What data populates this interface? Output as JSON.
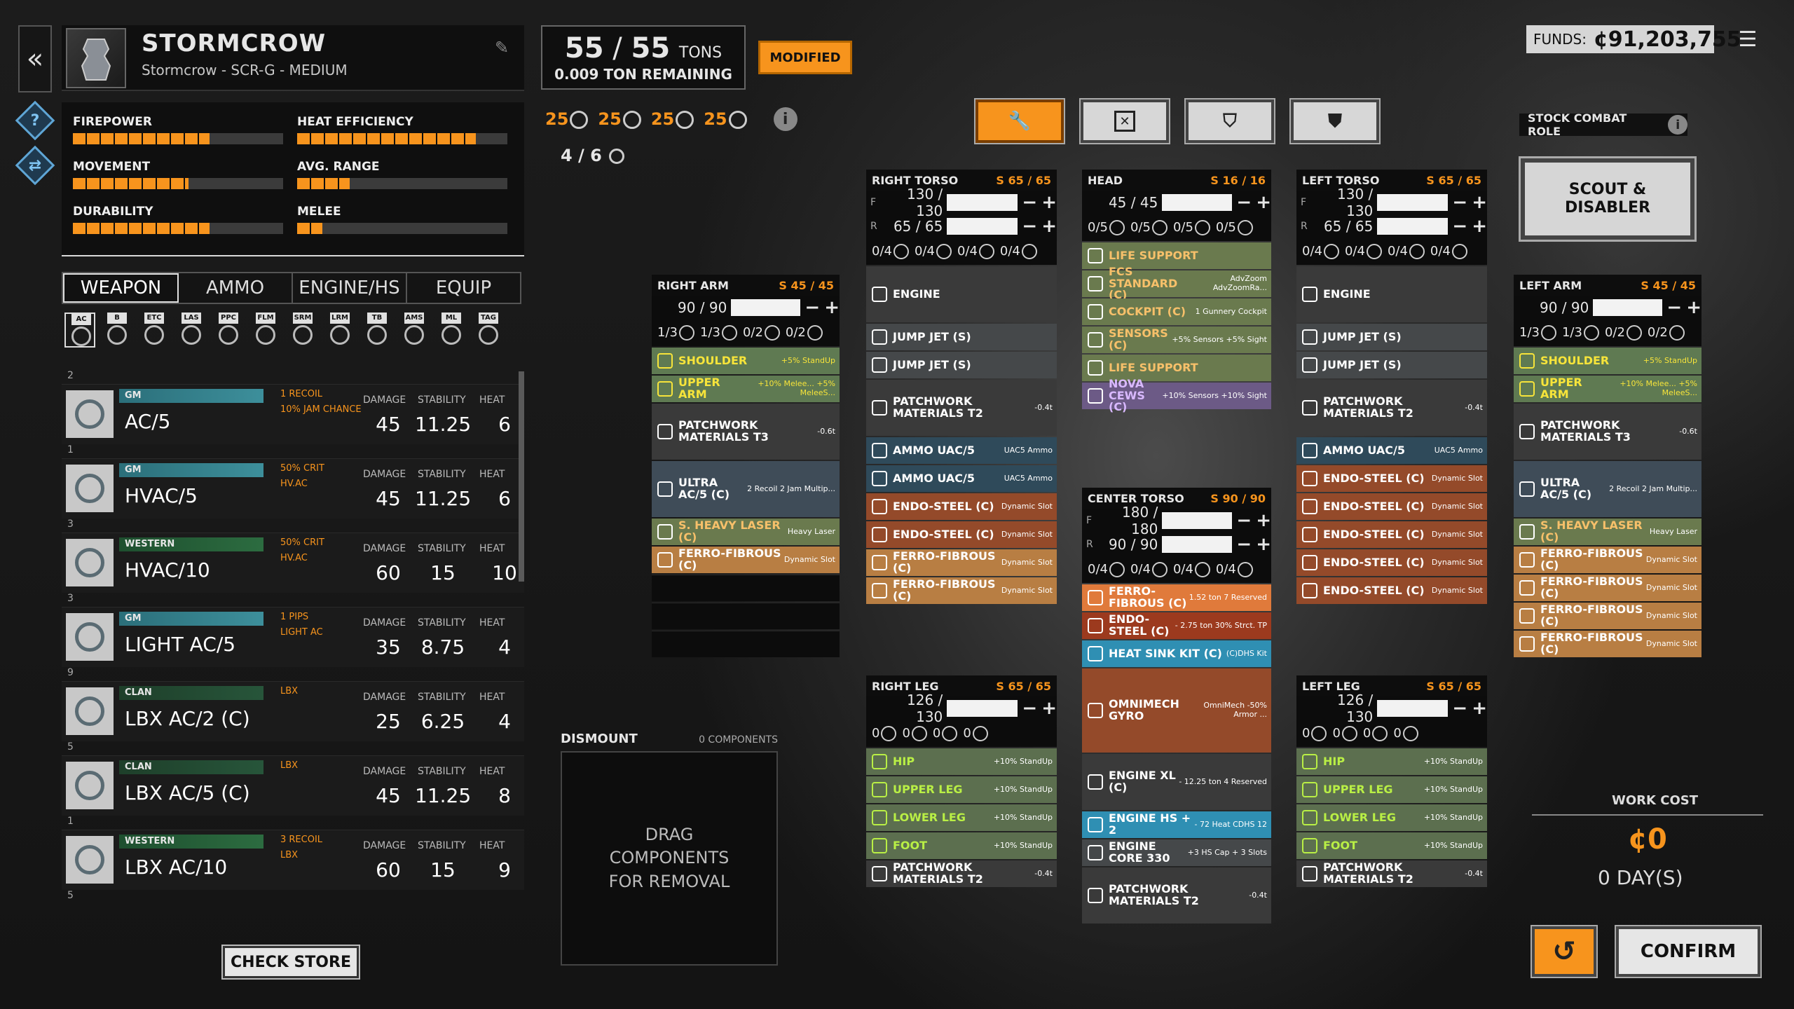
{
  "header": {
    "mech_name": "STORMCROW",
    "mech_subtitle": "Stormcrow - SCR-G - MEDIUM",
    "back_glyph": "«",
    "edit_glyph": "✎"
  },
  "stats": [
    {
      "label": "FIREPOWER",
      "level": 0.65
    },
    {
      "label": "HEAT EFFICIENCY",
      "level": 0.85
    },
    {
      "label": "MOVEMENT",
      "level": 0.55
    },
    {
      "label": "AVG. RANGE",
      "level": 0.25
    },
    {
      "label": "DURABILITY",
      "level": 0.65
    },
    {
      "label": "MELEE",
      "level": 0.12
    }
  ],
  "tabs": [
    "WEAPON",
    "AMMO",
    "ENGINE/HS",
    "EQUIP"
  ],
  "filters": [
    "AC",
    "B",
    "ETC",
    "LAS",
    "PPC",
    "FLM",
    "SRM",
    "LRM",
    "TB",
    "AMS",
    "ML",
    "TAG"
  ],
  "weapon_headers": {
    "damage": "DAMAGE",
    "stability": "STABILITY",
    "heat": "HEAT"
  },
  "weapons": [
    {
      "count": "2",
      "mfr": "GM",
      "mfr_class": "gm",
      "name": "AC/5",
      "note1": "1 RECOIL",
      "note2": "10% JAM CHANCE",
      "damage": "45",
      "stability": "11.25",
      "heat": "6"
    },
    {
      "count": "1",
      "mfr": "GM",
      "mfr_class": "gm",
      "name": "HVAC/5",
      "note1": "50% CRIT",
      "note2": "HV.AC",
      "damage": "45",
      "stability": "11.25",
      "heat": "6"
    },
    {
      "count": "3",
      "mfr": "WESTERN",
      "mfr_class": "western",
      "name": "HVAC/10",
      "note1": "50% CRIT",
      "note2": "HV.AC",
      "damage": "60",
      "stability": "15",
      "heat": "10"
    },
    {
      "count": "3",
      "mfr": "GM",
      "mfr_class": "gm",
      "name": "LIGHT AC/5",
      "note1": "1 PIPS",
      "note2": "LIGHT AC",
      "damage": "35",
      "stability": "8.75",
      "heat": "4"
    },
    {
      "count": "9",
      "mfr": "CLAN",
      "mfr_class": "clan",
      "name": "LBX AC/2 (C)",
      "note1": "LBX",
      "note2": "",
      "damage": "25",
      "stability": "6.25",
      "heat": "4"
    },
    {
      "count": "5",
      "mfr": "CLAN",
      "mfr_class": "clan",
      "name": "LBX AC/5 (C)",
      "note1": "LBX",
      "note2": "",
      "damage": "45",
      "stability": "11.25",
      "heat": "8"
    },
    {
      "count": "1",
      "mfr": "WESTERN",
      "mfr_class": "western",
      "name": "LBX AC/10",
      "note1": "3 RECOIL",
      "note2": "LBX",
      "damage": "60",
      "stability": "15",
      "heat": "9"
    }
  ],
  "last_count": "5",
  "check_store": "CHECK STORE",
  "tonnage": {
    "current": "55",
    "max": "55",
    "unit": "TONS",
    "remaining": "0.009 TON REMAINING"
  },
  "modified": "MODIFIED",
  "hardpoints": [
    "25",
    "25",
    "25",
    "25"
  ],
  "jump_jets": "4 / 6",
  "funds": {
    "label": "FUNDS:",
    "value": "¢91,203,755"
  },
  "combat_role": {
    "label": "STOCK COMBAT ROLE",
    "value": "SCOUT & DISABLER"
  },
  "dismount": {
    "title": "DISMOUNT",
    "count": "0 COMPONENTS",
    "hint": "DRAG COMPONENTS FOR REMOVAL"
  },
  "work": {
    "label": "WORK COST",
    "cost": "¢0",
    "days": "0 DAY(S)"
  },
  "confirm": "CONFIRM",
  "locations": {
    "right_arm": {
      "title": "RIGHT ARM",
      "hp": "S 45 / 45",
      "armor": [
        {
          "side": "",
          "val": "90 / 90"
        }
      ],
      "hpts": [
        "1/3",
        "1/3",
        "0/2",
        "0/2"
      ],
      "slots": [
        {
          "name": "SHOULDER",
          "right": "+5% StandUp",
          "cls": "s-green"
        },
        {
          "name": "UPPER ARM",
          "right": "+10% Melee... +5% MeleeS...",
          "cls": "s-green"
        },
        {
          "name": "PATCHWORK MATERIALS T3",
          "right": "-0.6t",
          "cls": "s-grey s-tall"
        },
        {
          "name": "ULTRA AC/5 (C)",
          "right": "2 Recoil 2 Jam Multip...",
          "cls": "s-slate s-tall"
        },
        {
          "name": "S. HEAVY LASER (C)",
          "right": "Heavy Laser",
          "cls": "s-olive"
        },
        {
          "name": "FERRO-FIBROUS (C)",
          "right": "Dynamic Slot",
          "cls": "s-tan"
        },
        {
          "name": "",
          "right": "",
          "cls": "s-empty"
        },
        {
          "name": "",
          "right": "",
          "cls": "s-empty"
        },
        {
          "name": "",
          "right": "",
          "cls": "s-empty"
        }
      ]
    },
    "right_torso": {
      "title": "RIGHT TORSO",
      "hp": "S 65 / 65",
      "armor": [
        {
          "side": "F",
          "val": "130 / 130"
        },
        {
          "side": "R",
          "val": "65 / 65"
        }
      ],
      "hpts": [
        "0/4",
        "0/4",
        "0/4",
        "0/4"
      ],
      "slots": [
        {
          "name": "ENGINE",
          "right": "",
          "cls": "s-grey s-tall"
        },
        {
          "name": "JUMP JET (S)",
          "right": "",
          "cls": "s-grey2"
        },
        {
          "name": "JUMP JET (S)",
          "right": "",
          "cls": "s-grey2"
        },
        {
          "name": "PATCHWORK MATERIALS T2",
          "right": "-0.4t",
          "cls": "s-grey s-tall"
        },
        {
          "name": "AMMO UAC/5",
          "right": "UAC5 Ammo",
          "cls": "s-teal"
        },
        {
          "name": "AMMO UAC/5",
          "right": "UAC5 Ammo",
          "cls": "s-teal"
        },
        {
          "name": "ENDO-STEEL (C)",
          "right": "Dynamic Slot",
          "cls": "s-rust"
        },
        {
          "name": "ENDO-STEEL (C)",
          "right": "Dynamic Slot",
          "cls": "s-rust"
        },
        {
          "name": "FERRO-FIBROUS (C)",
          "right": "Dynamic Slot",
          "cls": "s-tan"
        },
        {
          "name": "FERRO-FIBROUS (C)",
          "right": "Dynamic Slot",
          "cls": "s-tan"
        }
      ]
    },
    "head": {
      "title": "HEAD",
      "hp": "S 16 / 16",
      "armor": [
        {
          "side": "",
          "val": "45 / 45"
        }
      ],
      "hpts": [
        "0/5",
        "0/5",
        "0/5",
        "0/5"
      ],
      "slots": [
        {
          "name": "LIFE SUPPORT",
          "right": "",
          "cls": "s-olive"
        },
        {
          "name": "FCS STANDARD (C)",
          "right": "AdvZoom AdvZoomRa...",
          "cls": "s-olive"
        },
        {
          "name": "COCKPIT (C)",
          "right": "1 Gunnery Cockpit",
          "cls": "s-olive"
        },
        {
          "name": "SENSORS (C)",
          "right": "+5% Sensors +5% Sight",
          "cls": "s-olive"
        },
        {
          "name": "LIFE SUPPORT",
          "right": "",
          "cls": "s-olive"
        },
        {
          "name": "NOVA CEWS (C)",
          "right": "+10% Sensors +10% Sight",
          "cls": "s-purple"
        }
      ]
    },
    "center_torso": {
      "title": "CENTER TORSO",
      "hp": "S 90 / 90",
      "armor": [
        {
          "side": "F",
          "val": "180 / 180"
        },
        {
          "side": "R",
          "val": "90 / 90"
        }
      ],
      "hpts": [
        "0/4",
        "0/4",
        "0/4",
        "0/4"
      ],
      "slots": [
        {
          "name": "FERRO-FIBROUS (C)",
          "right": "1.52 ton 7 Reserved",
          "cls": "s-orange"
        },
        {
          "name": "ENDO-STEEL (C)",
          "right": "- 2.75 ton 30% Strct. TP",
          "cls": "s-red"
        },
        {
          "name": "HEAT SINK KIT (C)",
          "right": "(C)DHS Kit",
          "cls": "s-blue"
        },
        {
          "name": "OMNIMECH GYRO",
          "right": "OmniMech -50% Armor ...",
          "cls": "s-rust s-tall2"
        },
        {
          "name": "ENGINE XL (C)",
          "right": "- 12.25 ton 4 Reserved",
          "cls": "s-grey s-tall"
        },
        {
          "name": "ENGINE HS + 2",
          "right": "- 72 Heat CDHS 12",
          "cls": "s-blue"
        },
        {
          "name": "ENGINE CORE 330",
          "right": "+3 HS Cap + 3 Slots",
          "cls": "s-grey2"
        },
        {
          "name": "PATCHWORK MATERIALS T2",
          "right": "-0.4t",
          "cls": "s-grey s-tall"
        }
      ]
    },
    "left_torso": {
      "title": "LEFT TORSO",
      "hp": "S 65 / 65",
      "armor": [
        {
          "side": "F",
          "val": "130 / 130"
        },
        {
          "side": "R",
          "val": "65 / 65"
        }
      ],
      "hpts": [
        "0/4",
        "0/4",
        "0/4",
        "0/4"
      ],
      "slots": [
        {
          "name": "ENGINE",
          "right": "",
          "cls": "s-grey s-tall"
        },
        {
          "name": "JUMP JET (S)",
          "right": "",
          "cls": "s-grey2"
        },
        {
          "name": "JUMP JET (S)",
          "right": "",
          "cls": "s-grey2"
        },
        {
          "name": "PATCHWORK MATERIALS T2",
          "right": "-0.4t",
          "cls": "s-grey s-tall"
        },
        {
          "name": "AMMO UAC/5",
          "right": "UAC5 Ammo",
          "cls": "s-teal"
        },
        {
          "name": "ENDO-STEEL (C)",
          "right": "Dynamic Slot",
          "cls": "s-rust"
        },
        {
          "name": "ENDO-STEEL (C)",
          "right": "Dynamic Slot",
          "cls": "s-rust"
        },
        {
          "name": "ENDO-STEEL (C)",
          "right": "Dynamic Slot",
          "cls": "s-rust"
        },
        {
          "name": "ENDO-STEEL (C)",
          "right": "Dynamic Slot",
          "cls": "s-rust"
        },
        {
          "name": "ENDO-STEEL (C)",
          "right": "Dynamic Slot",
          "cls": "s-rust"
        }
      ]
    },
    "left_arm": {
      "title": "LEFT ARM",
      "hp": "S 45 / 45",
      "armor": [
        {
          "side": "",
          "val": "90 / 90"
        }
      ],
      "hpts": [
        "1/3",
        "1/3",
        "0/2",
        "0/2"
      ],
      "slots": [
        {
          "name": "SHOULDER",
          "right": "+5% StandUp",
          "cls": "s-green"
        },
        {
          "name": "UPPER ARM",
          "right": "+10% Melee... +5% MeleeS...",
          "cls": "s-green"
        },
        {
          "name": "PATCHWORK MATERIALS T3",
          "right": "-0.6t",
          "cls": "s-grey s-tall"
        },
        {
          "name": "ULTRA AC/5 (C)",
          "right": "2 Recoil 2 Jam Multip...",
          "cls": "s-slate s-tall"
        },
        {
          "name": "S. HEAVY LASER (C)",
          "right": "Heavy Laser",
          "cls": "s-olive"
        },
        {
          "name": "FERRO-FIBROUS (C)",
          "right": "Dynamic Slot",
          "cls": "s-tan"
        },
        {
          "name": "FERRO-FIBROUS (C)",
          "right": "Dynamic Slot",
          "cls": "s-tan"
        },
        {
          "name": "FERRO-FIBROUS (C)",
          "right": "Dynamic Slot",
          "cls": "s-tan"
        },
        {
          "name": "FERRO-FIBROUS (C)",
          "right": "Dynamic Slot",
          "cls": "s-tan"
        }
      ]
    },
    "right_leg": {
      "title": "RIGHT LEG",
      "hp": "S 65 / 65",
      "armor": [
        {
          "side": "",
          "val": "126 / 130"
        }
      ],
      "hpts": [
        "0",
        "0",
        "0",
        "0"
      ],
      "slots": [
        {
          "name": "HIP",
          "right": "+10% StandUp",
          "cls": "s-green2"
        },
        {
          "name": "UPPER LEG",
          "right": "+10% StandUp",
          "cls": "s-green2"
        },
        {
          "name": "LOWER LEG",
          "right": "+10% StandUp",
          "cls": "s-green2"
        },
        {
          "name": "FOOT",
          "right": "+10% StandUp",
          "cls": "s-green2"
        },
        {
          "name": "PATCHWORK MATERIALS T2",
          "right": "-0.4t",
          "cls": "s-grey"
        }
      ]
    },
    "left_leg": {
      "title": "LEFT LEG",
      "hp": "S 65 / 65",
      "armor": [
        {
          "side": "",
          "val": "126 / 130"
        }
      ],
      "hpts": [
        "0",
        "0",
        "0",
        "0"
      ],
      "slots": [
        {
          "name": "HIP",
          "right": "+10% StandUp",
          "cls": "s-green2"
        },
        {
          "name": "UPPER LEG",
          "right": "+10% StandUp",
          "cls": "s-green2"
        },
        {
          "name": "LOWER LEG",
          "right": "+10% StandUp",
          "cls": "s-green2"
        },
        {
          "name": "FOOT",
          "right": "+10% StandUp",
          "cls": "s-green2"
        },
        {
          "name": "PATCHWORK MATERIALS T2",
          "right": "-0.4t",
          "cls": "s-grey"
        }
      ]
    }
  }
}
